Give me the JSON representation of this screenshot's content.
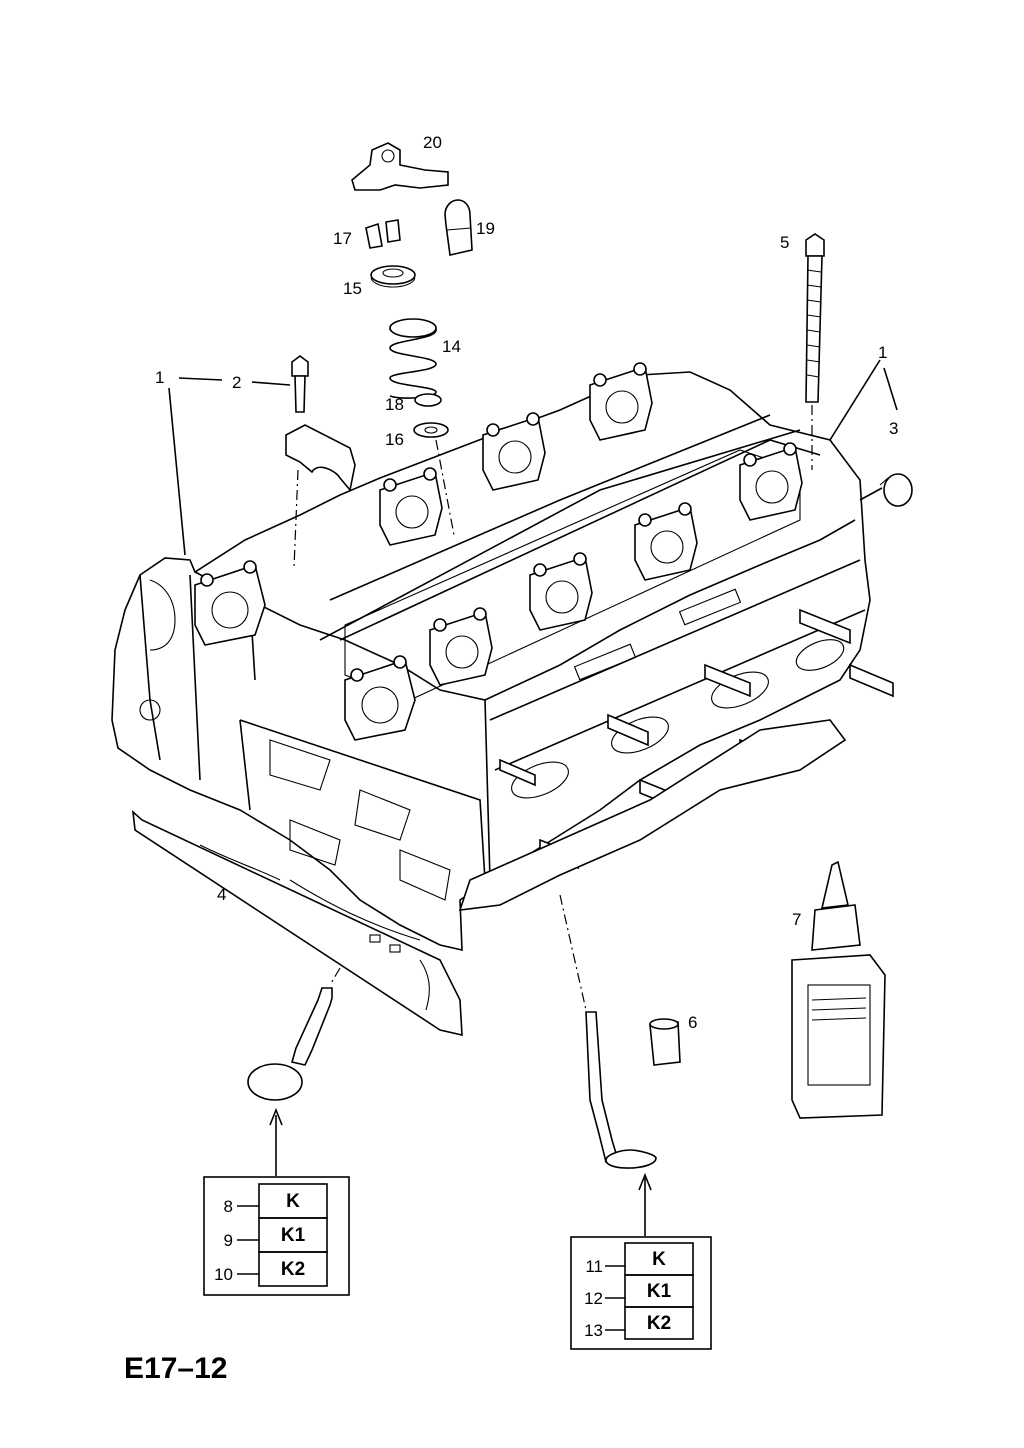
{
  "diagram": {
    "code": "E17–12",
    "callouts": {
      "c1a": "1",
      "c1b": "1",
      "c2": "2",
      "c3": "3",
      "c4": "4",
      "c5": "5",
      "c6": "6",
      "c7": "7",
      "c14": "14",
      "c15": "15",
      "c16": "16",
      "c17": "17",
      "c18": "18",
      "c19": "19",
      "c20": "20"
    },
    "legend_left": {
      "rows": [
        {
          "num": "8",
          "label": "K"
        },
        {
          "num": "9",
          "label": "K1"
        },
        {
          "num": "10",
          "label": "K2"
        }
      ]
    },
    "legend_right": {
      "rows": [
        {
          "num": "11",
          "label": "K"
        },
        {
          "num": "12",
          "label": "K1"
        },
        {
          "num": "13",
          "label": "K2"
        }
      ]
    }
  }
}
